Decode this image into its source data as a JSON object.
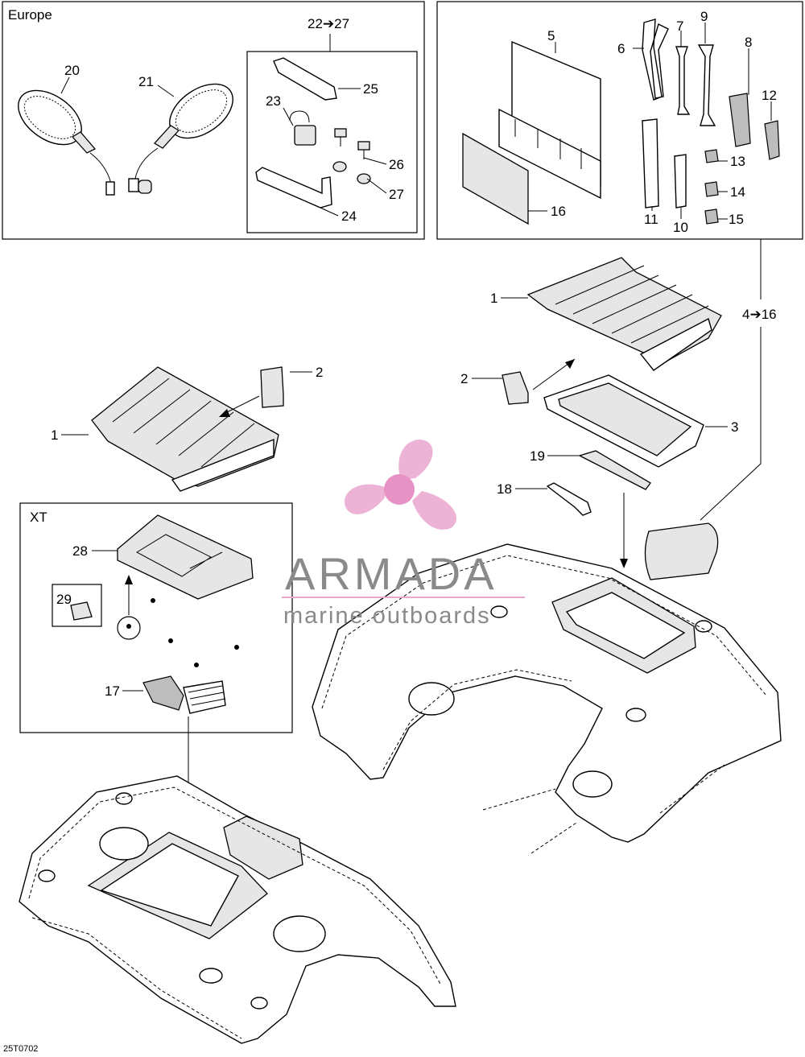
{
  "boxes": {
    "europe": {
      "title": "Europe",
      "sub_label": "22➔27"
    },
    "tools": {
      "range_label": "4➔16"
    },
    "xt": {
      "title": "XT"
    }
  },
  "callouts": {
    "c1a": "1",
    "c1b": "1",
    "c2a": "2",
    "c2b": "2",
    "c3": "3",
    "c5": "5",
    "c6": "6",
    "c7": "7",
    "c8": "8",
    "c9": "9",
    "c10": "10",
    "c11": "11",
    "c12": "12",
    "c13": "13",
    "c14": "14",
    "c15": "15",
    "c16": "16",
    "c17": "17",
    "c18": "18",
    "c19": "19",
    "c20": "20",
    "c21": "21",
    "c23": "23",
    "c24": "24",
    "c25": "25",
    "c26": "26",
    "c27": "27",
    "c28": "28",
    "c29": "29"
  },
  "watermark": {
    "brand": "ARMADA",
    "tagline": "marine outboards",
    "colors": {
      "logo": "#e9a6cf",
      "logo_center": "#e27fba",
      "text": "#8a8a8a"
    }
  },
  "diagram_code": "25T0702"
}
